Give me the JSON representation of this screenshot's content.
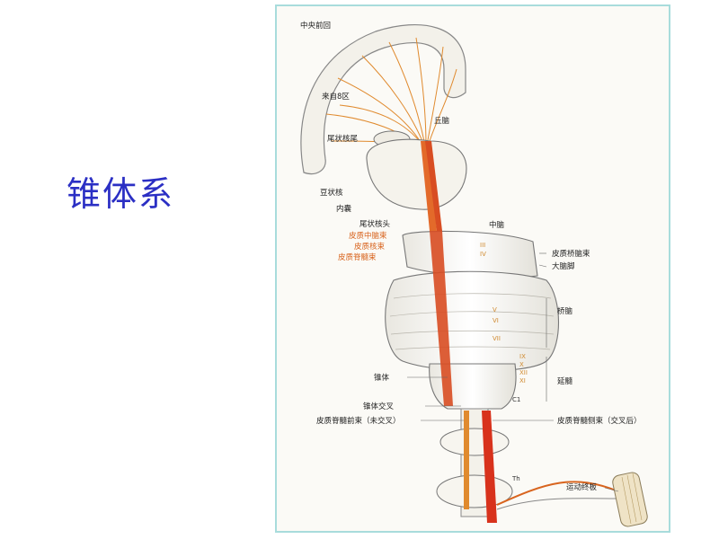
{
  "slide": {
    "title": "锥体系"
  },
  "figure": {
    "labels": {
      "precentral_gyrus": "中央前回",
      "from_area_8": "来自8区",
      "thalamus": "丘脑",
      "caudate_tail": "尾状核尾",
      "lentiform_nucleus": "豆状核",
      "internal_capsule": "内囊",
      "caudate_head": "尾状核头",
      "corticomesencephalic_tract": "皮质中脑束",
      "corticonuclear_tract": "皮质核束",
      "corticospinal_tract": "皮质脊髓束",
      "midbrain": "中脑",
      "corticopontine_tract": "皮质桥脑束",
      "cerebral_peduncle": "大脑脚",
      "pons": "桥脑",
      "medulla": "延髓",
      "pyramid": "锥体",
      "pyramidal_decussation": "锥体交叉",
      "anterior_corticospinal_tract": "皮质脊髓前束（未交叉）",
      "lateral_corticospinal_tract": "皮质脊髓侧束（交叉后）",
      "motor_end_plate": "运动终板",
      "c1": "C1",
      "th": "Th"
    },
    "nuclei": {
      "iii": "III",
      "iv": "IV",
      "v": "V",
      "vi": "VI",
      "vii": "VII",
      "ix": "IX",
      "x": "X",
      "xii": "XII",
      "xi": "XI"
    }
  }
}
